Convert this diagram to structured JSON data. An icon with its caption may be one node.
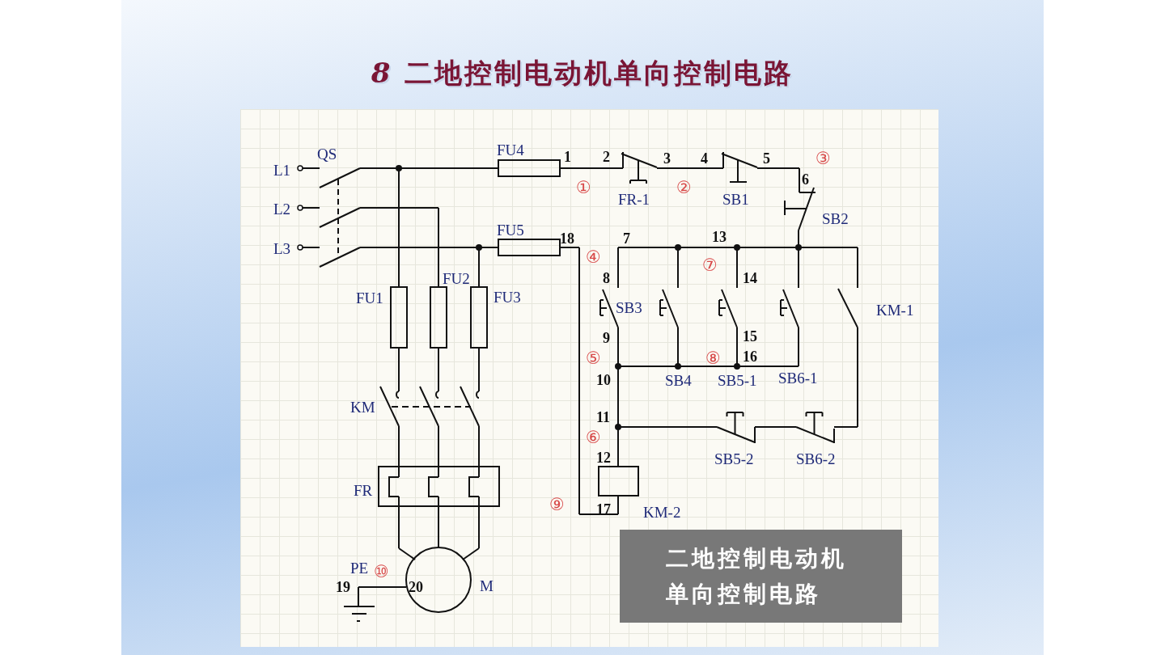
{
  "diagram": {
    "title": "*8* 二地控制电动机单向控制电路",
    "nodes": [
      {
        "text": [
          "二地控制电动机单向控制电路"
        ]
      }
    ],
    "labels": [
      "QS",
      "FU4",
      "1",
      "2",
      "3",
      "4",
      "5",
      "③",
      "L1",
      "6",
      "①",
      "②",
      "FR-1",
      "SB1",
      "SB2",
      "L2",
      "FU5",
      "18",
      "7",
      "13",
      "L3",
      "④",
      "⑦",
      "FU2",
      "8",
      "14",
      "FU1",
      "FU3",
      "SB3",
      "KM-1",
      "9",
      "15",
      "⑤",
      "⑧",
      "16",
      "10",
      "SB4",
      "SB5-1",
      "SB6-1",
      "KM",
      "11",
      "⑥",
      "12",
      "SB5-2",
      "SB6-2",
      "FR",
      "⑨",
      "17",
      "KM-2",
      "PE",
      "⑩",
      "19",
      "20",
      "M"
    ]
  }
}
